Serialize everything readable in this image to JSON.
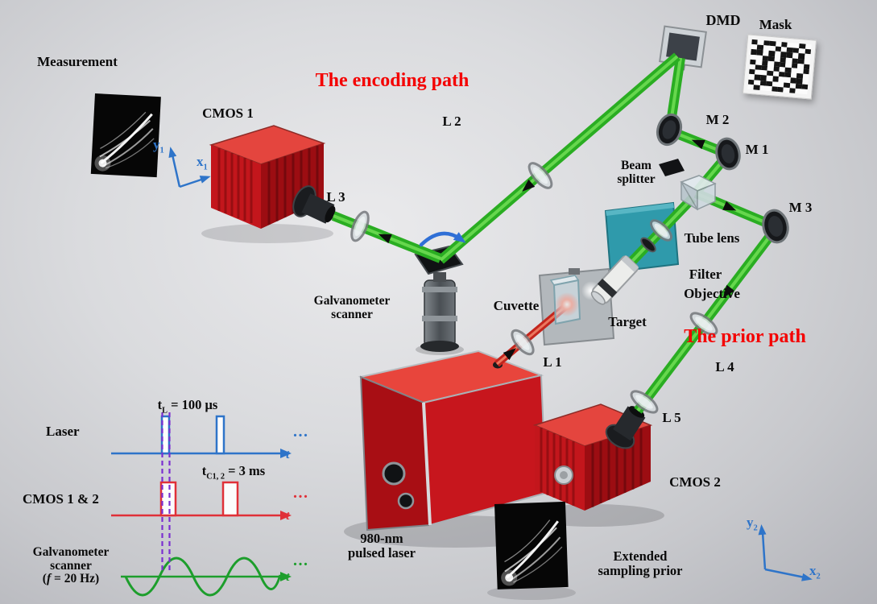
{
  "labels": {
    "measurement": "Measurement",
    "dmd": "DMD",
    "mask": "Mask",
    "encoding_path": "The encoding path",
    "prior_path": "The prior path",
    "cmos1": "CMOS 1",
    "cmos2": "CMOS 2",
    "l1": "L 1",
    "l2": "L 2",
    "l3": "L 3",
    "l4": "L 4",
    "l5": "L 5",
    "m1": "M 1",
    "m2": "M 2",
    "m3": "M 3",
    "beam_splitter1": "Beam",
    "beam_splitter2": "splitter",
    "tube_lens": "Tube lens",
    "filter": "Filter",
    "objective": "Objective",
    "cuvette": "Cuvette",
    "target": "Target",
    "galvo1": "Galvanometer",
    "galvo2": "scanner",
    "laser1": "980-nm",
    "laser2": "pulsed laser",
    "extended1": "Extended",
    "extended2": "sampling prior"
  },
  "axes": {
    "y1_base": "y",
    "y1_sub": "1",
    "x1_base": "x",
    "x1_sub": "1",
    "y2_base": "y",
    "y2_sub": "2",
    "x2_base": "x",
    "x2_sub": "2"
  },
  "timing": {
    "laser_label": "Laser",
    "laser_ann_base": "t",
    "laser_ann_sub": "L",
    "laser_ann_rest": " = 100 μs",
    "cmos_label": "CMOS 1 & 2",
    "cmos_ann_base": "t",
    "cmos_ann_sub": "C1, 2",
    "cmos_ann_rest": " = 3 ms",
    "galvo_label1": "Galvanometer",
    "galvo_label2": "scanner",
    "galvo_freq_pre": "(",
    "galvo_freq_f": "f",
    "galvo_freq_rest": " = 20 Hz)",
    "t_axis": "t",
    "dots": "..."
  },
  "mask_pattern": [
    "1011010010",
    "0100101101",
    "1101011010",
    "0011010110",
    "1010110101",
    "0110101001",
    "1001011010",
    "0110100110",
    "1011001011",
    "0100110100"
  ],
  "colors": {
    "path_label_red": "#f40000",
    "beam_green": "#2aad22",
    "beam_red": "#c3251d",
    "axis_blue": "#2e74c9",
    "pulse_red": "#e03038",
    "wave_green": "#1d9e2c",
    "marker_purple": "#7b2fd0",
    "camera_red": "#c3161c"
  }
}
